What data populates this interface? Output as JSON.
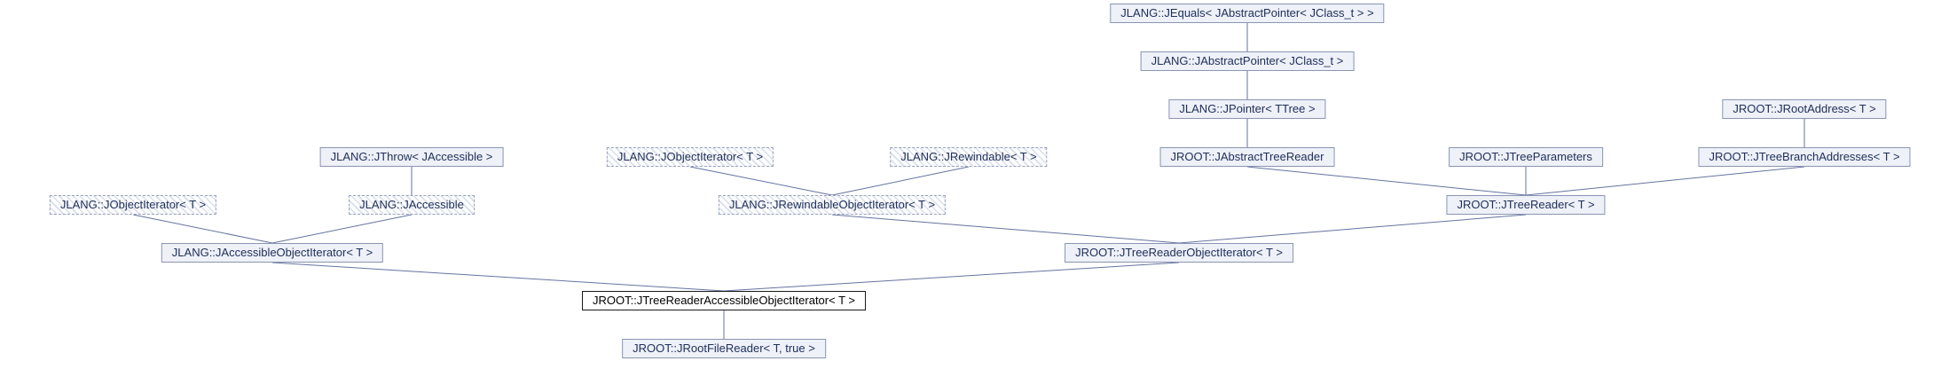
{
  "diagram": {
    "type": "class-inheritance-graph",
    "main_class": "JROOT::JTreeReaderAccessibleObjectIterator< T >",
    "main_node_index": 16,
    "colors": {
      "node_fill": "#eef1f8",
      "node_border": "#8a95b2",
      "hatched_stripe": "#d9dfeb",
      "main_border": "#1a1a1a",
      "edge": "#66739f",
      "text": "#20305a"
    },
    "nodes": [
      {
        "label": "JLANG::JEquals< JAbstractPointer< JClass_t > >",
        "style": "solid"
      },
      {
        "label": "JLANG::JAbstractPointer< JClass_t >",
        "style": "solid"
      },
      {
        "label": "JLANG::JPointer< TTree >",
        "style": "solid"
      },
      {
        "label": "JROOT::JRootAddress< T >",
        "style": "solid"
      },
      {
        "label": "JLANG::JThrow< JAccessible >",
        "style": "solid"
      },
      {
        "label": "JLANG::JObjectIterator< T >",
        "style": "hatched"
      },
      {
        "label": "JLANG::JRewindable< T >",
        "style": "hatched"
      },
      {
        "label": "JROOT::JAbstractTreeReader",
        "style": "solid"
      },
      {
        "label": "JROOT::JTreeParameters",
        "style": "solid"
      },
      {
        "label": "JROOT::JTreeBranchAddresses< T >",
        "style": "solid"
      },
      {
        "label": "JLANG::JObjectIterator< T >",
        "style": "hatched"
      },
      {
        "label": "JLANG::JAccessible",
        "style": "hatched"
      },
      {
        "label": "JLANG::JRewindableObjectIterator< T >",
        "style": "hatched"
      },
      {
        "label": "JROOT::JTreeReader< T >",
        "style": "solid"
      },
      {
        "label": "JLANG::JAccessibleObjectIterator< T >",
        "style": "solid"
      },
      {
        "label": "JROOT::JTreeReaderObjectIterator< T >",
        "style": "solid"
      },
      {
        "label": "JROOT::JTreeReaderAccessibleObjectIterator< T >",
        "style": "main"
      },
      {
        "label": "JROOT::JRootFileReader< T, true >",
        "style": "solid"
      }
    ],
    "edges": [
      {
        "from": 0,
        "to": 1
      },
      {
        "from": 1,
        "to": 2
      },
      {
        "from": 2,
        "to": 7
      },
      {
        "from": 3,
        "to": 9
      },
      {
        "from": 4,
        "to": 11
      },
      {
        "from": 5,
        "to": 12
      },
      {
        "from": 6,
        "to": 12
      },
      {
        "from": 7,
        "to": 13
      },
      {
        "from": 8,
        "to": 13
      },
      {
        "from": 9,
        "to": 13
      },
      {
        "from": 10,
        "to": 14
      },
      {
        "from": 11,
        "to": 14
      },
      {
        "from": 12,
        "to": 15
      },
      {
        "from": 13,
        "to": 15
      },
      {
        "from": 14,
        "to": 16
      },
      {
        "from": 15,
        "to": 16
      },
      {
        "from": 16,
        "to": 17
      }
    ]
  }
}
